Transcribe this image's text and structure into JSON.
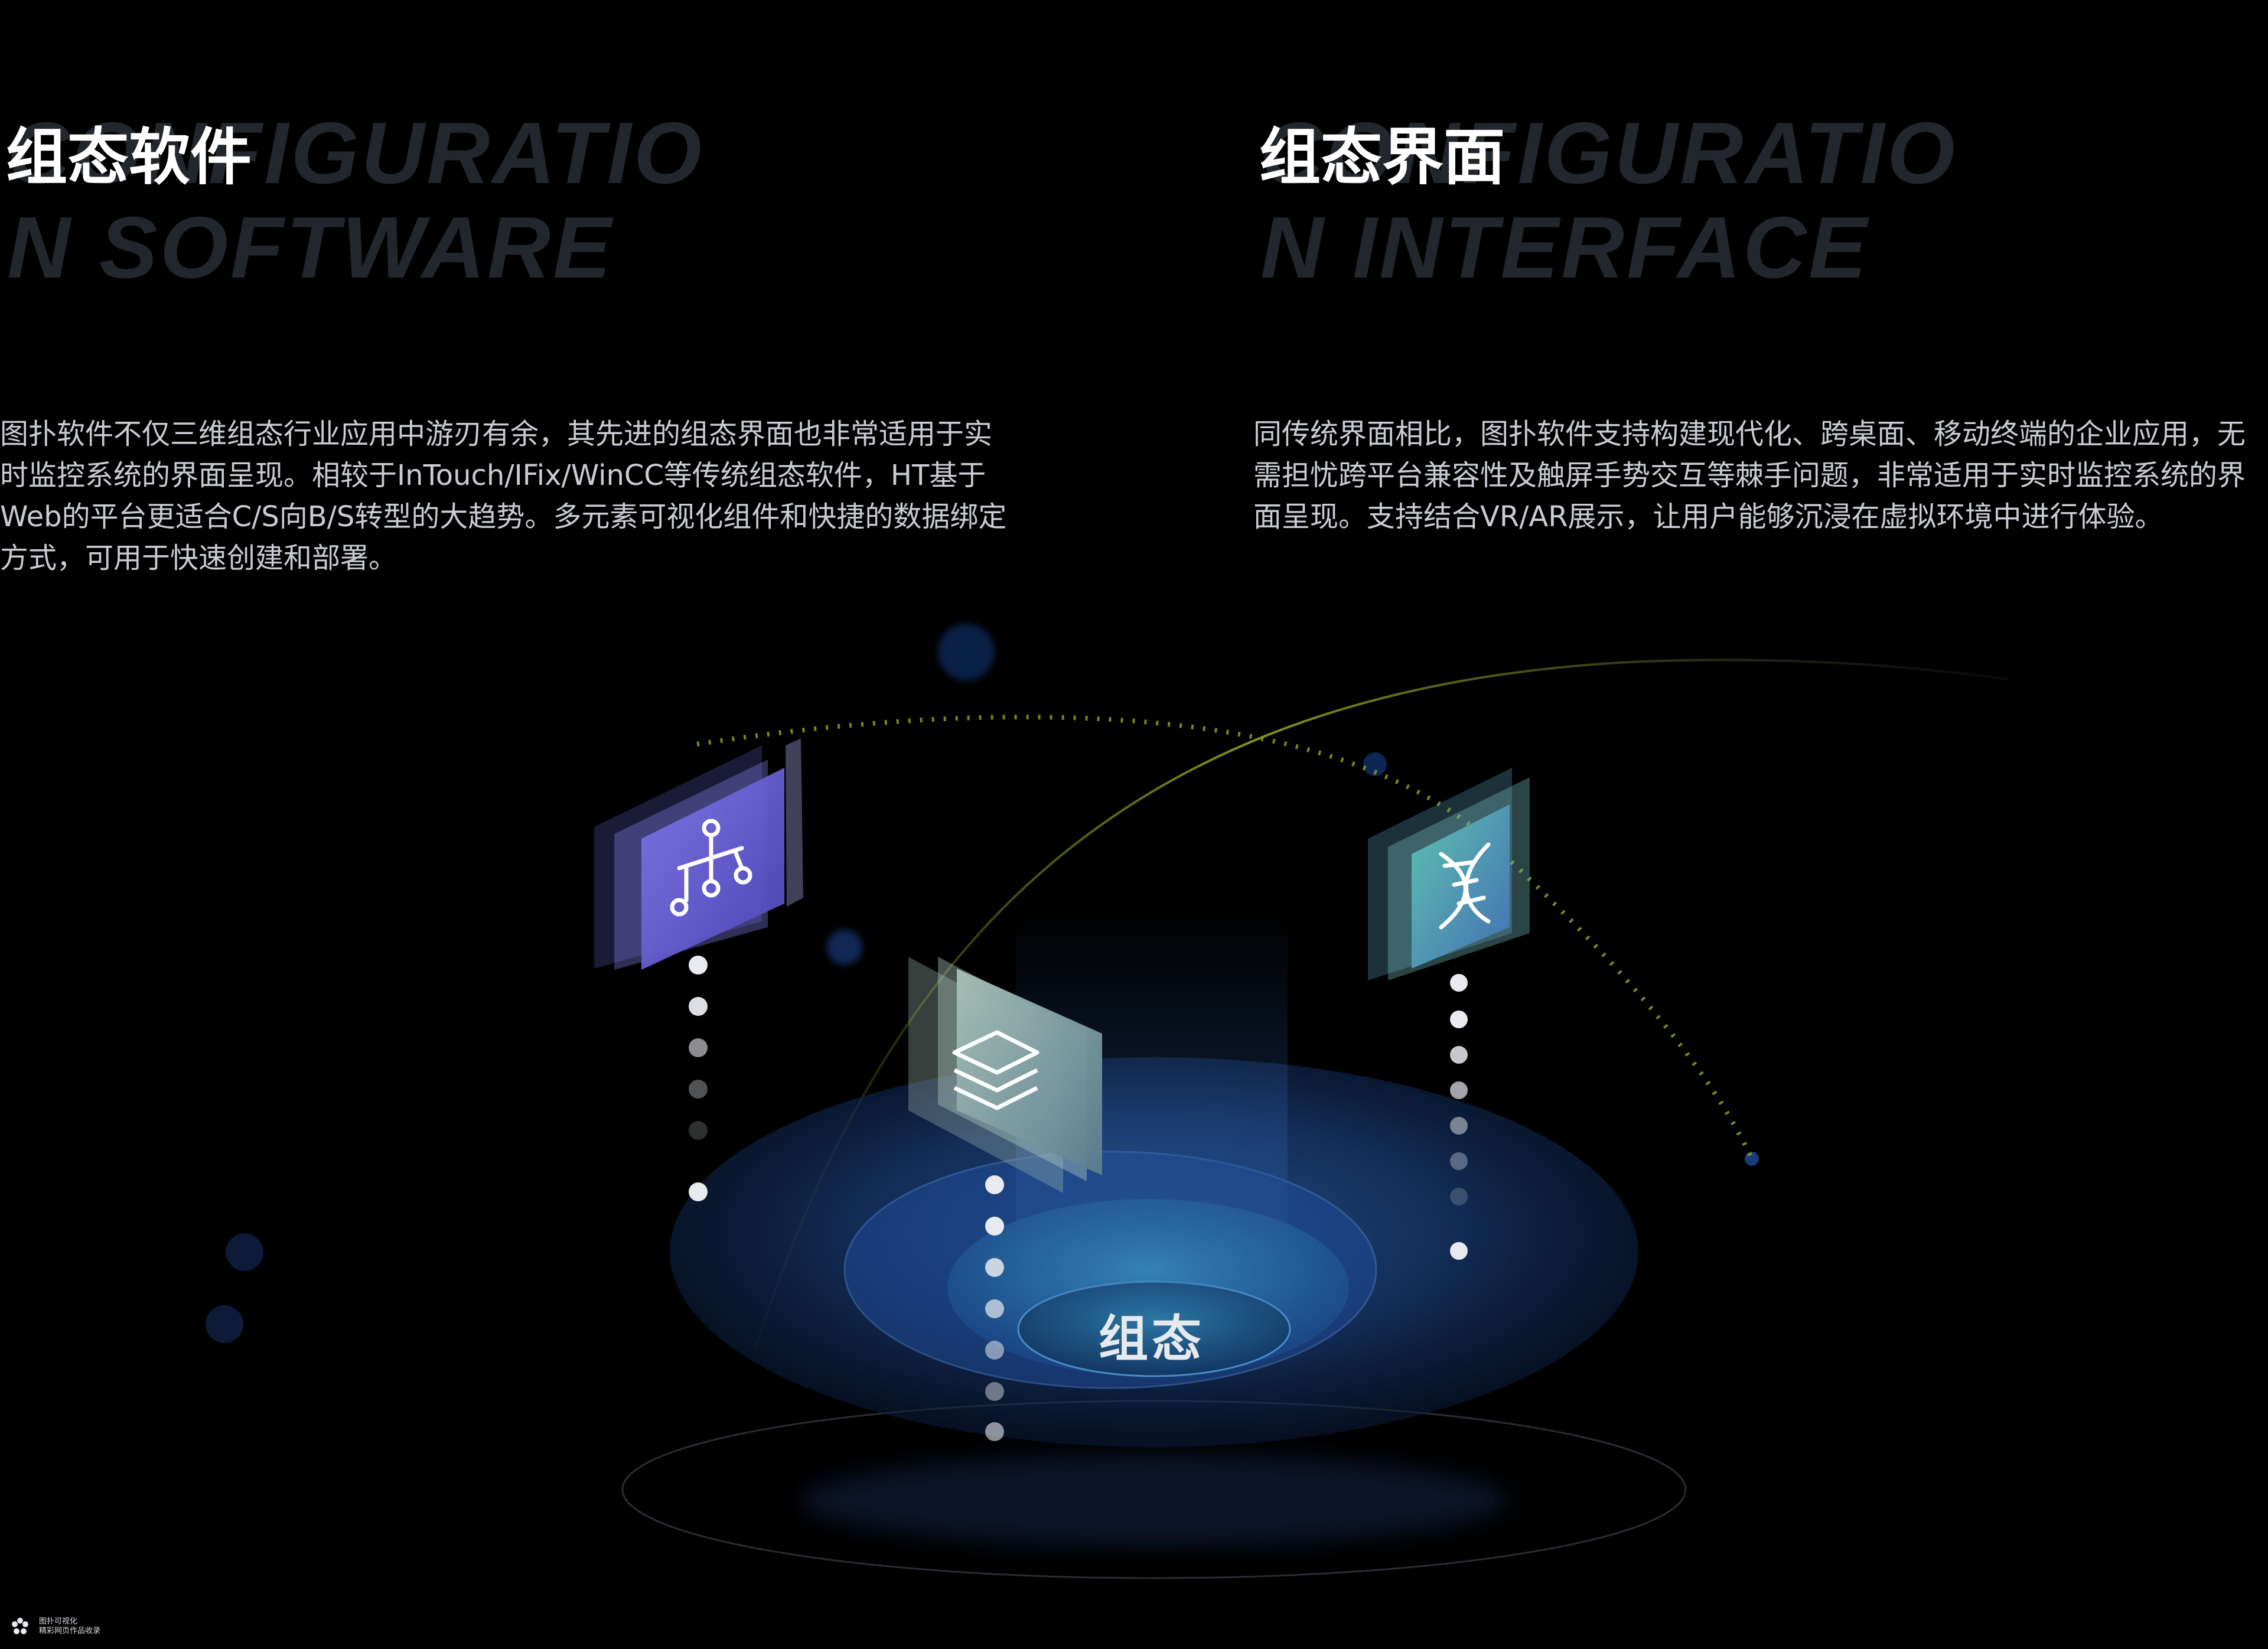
{
  "left": {
    "bg_line1": "CONFIGURATIO",
    "bg_line2": "N SOFTWARE",
    "title": "组态软件",
    "description": "图扑软件不仅三维组态行业应用中游刃有余，其先进的组态界面也非常适用于实时监控系统的界面呈现。相较于InTouch/IFix/WinCC等传统组态软件，HT基于Web的平台更适合C/S向B/S转型的大趋势。多元素可视化组件和快捷的数据绑定方式，可用于快速创建和部署。"
  },
  "right": {
    "bg_line1": "CONFIGURATIO",
    "bg_line2": "N INTERFACE",
    "title": "组态界面",
    "description": "同传统界面相比，图扑软件支持构建现代化、跨桌面、移动终端的企业应用，无需担忧跨平台兼容性及触屏手势交互等棘手问题，非常适用于实时监控系统的界面呈现。支持结合VR/AR展示，让用户能够沉浸在虚拟环境中进行体验。"
  },
  "diagram": {
    "center_label": "组态",
    "icons": {
      "left": "hierarchy-nodes-icon",
      "center": "layers-stack-icon",
      "right": "dna-helix-icon"
    },
    "colors": {
      "background": "#000000",
      "left_card": "#6b63d6",
      "center_card": "#8fb1b0",
      "right_card": "#5fa7b8",
      "platform": "#1d3a78",
      "accent_line": "#8fa51c"
    }
  },
  "logo": {
    "line1": "图扑可视化",
    "line2": "精彩网页作品收录"
  }
}
